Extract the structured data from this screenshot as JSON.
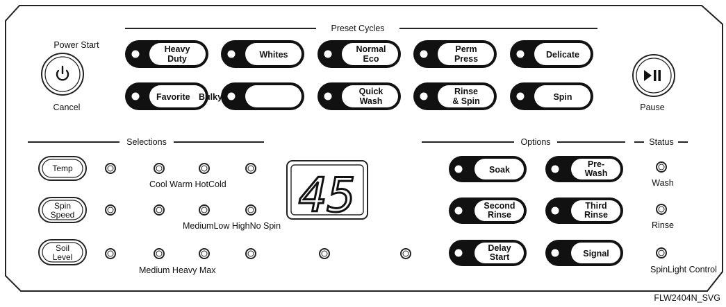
{
  "panel": {
    "preset_cycles_label": "Preset Cycles",
    "selections_label": "Selections",
    "options_label": "Options",
    "status_label": "Status",
    "model_code": "FLW2404N_SVG"
  },
  "power": {
    "top_label": "Power Start",
    "bottom_label": "Cancel",
    "icon": "power-icon"
  },
  "pause": {
    "label": "Pause",
    "icon": "play-pause-icon"
  },
  "cycles": {
    "heavy_duty": [
      "Heavy",
      "Duty"
    ],
    "whites": "Whites",
    "normal_eco": [
      "Normal",
      "Eco"
    ],
    "perm_press": [
      "Perm",
      "Press"
    ],
    "delicate": "Delicate",
    "favorite": "Favorite",
    "bulky": "Bulky",
    "blank": "",
    "quick_wash": [
      "Quick",
      "Wash"
    ],
    "rinse_spin": [
      "Rinse",
      "& Spin"
    ],
    "spin": "Spin"
  },
  "selections": {
    "temp": "Temp",
    "spin_speed": [
      "Spin",
      "Speed"
    ],
    "soil_level": [
      "Soil",
      "Level"
    ],
    "temp_options": "Cool Warm HotCold",
    "spin_options": "MediumLow HighNo Spin",
    "soil_options": "Medium Heavy Max"
  },
  "display": {
    "value": "45"
  },
  "options": {
    "soak": "Soak",
    "pre_wash": [
      "Pre-",
      "Wash"
    ],
    "second_rinse": [
      "Second",
      "Rinse"
    ],
    "third_rinse": [
      "Third",
      "Rinse"
    ],
    "delay_start": [
      "Delay",
      "Start"
    ],
    "signal": "Signal"
  },
  "status": {
    "wash": "Wash",
    "rinse": "Rinse",
    "spin_light_control": "SpinLight Control"
  }
}
